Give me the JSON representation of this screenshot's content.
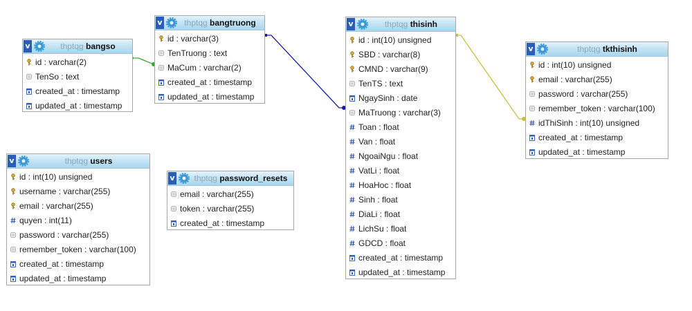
{
  "colors": {
    "link_bangso": "#33aa33",
    "link_bangtruong": "#1a1aaa",
    "link_thisinh": "#c8c040"
  },
  "tables": {
    "bangso": {
      "db": "thptqg",
      "name": "bangso",
      "fields": [
        {
          "text": "id : varchar(2)",
          "icon": "key-icon"
        },
        {
          "text": "TenSo : text",
          "icon": "text-field-icon"
        },
        {
          "text": "created_at : timestamp",
          "icon": "timestamp-icon"
        },
        {
          "text": "updated_at : timestamp",
          "icon": "timestamp-icon"
        }
      ]
    },
    "bangtruong": {
      "db": "thptqg",
      "name": "bangtruong",
      "fields": [
        {
          "text": "id : varchar(3)",
          "icon": "key-icon"
        },
        {
          "text": "TenTruong : text",
          "icon": "text-field-icon"
        },
        {
          "text": "MaCum : varchar(2)",
          "icon": "text-field-icon"
        },
        {
          "text": "created_at : timestamp",
          "icon": "timestamp-icon"
        },
        {
          "text": "updated_at : timestamp",
          "icon": "timestamp-icon"
        }
      ]
    },
    "thisinh": {
      "db": "thptqg",
      "name": "thisinh",
      "fields": [
        {
          "text": "id : int(10) unsigned",
          "icon": "key-icon"
        },
        {
          "text": "SBD : varchar(8)",
          "icon": "key-icon"
        },
        {
          "text": "CMND : varchar(9)",
          "icon": "key-icon"
        },
        {
          "text": "TenTS : text",
          "icon": "text-field-icon"
        },
        {
          "text": "NgaySinh : date",
          "icon": "timestamp-icon"
        },
        {
          "text": "MaTruong : varchar(3)",
          "icon": "text-field-icon"
        },
        {
          "text": "Toan : float",
          "icon": "number-icon"
        },
        {
          "text": "Van : float",
          "icon": "number-icon"
        },
        {
          "text": "NgoaiNgu : float",
          "icon": "number-icon"
        },
        {
          "text": "VatLi : float",
          "icon": "number-icon"
        },
        {
          "text": "HoaHoc : float",
          "icon": "number-icon"
        },
        {
          "text": "Sinh : float",
          "icon": "number-icon"
        },
        {
          "text": "DiaLi : float",
          "icon": "number-icon"
        },
        {
          "text": "LichSu : float",
          "icon": "number-icon"
        },
        {
          "text": "GDCD : float",
          "icon": "number-icon"
        },
        {
          "text": "created_at : timestamp",
          "icon": "timestamp-icon"
        },
        {
          "text": "updated_at : timestamp",
          "icon": "timestamp-icon"
        }
      ]
    },
    "tkthisinh": {
      "db": "thptqg",
      "name": "tkthisinh",
      "fields": [
        {
          "text": "id : int(10) unsigned",
          "icon": "key-icon"
        },
        {
          "text": "email : varchar(255)",
          "icon": "key-icon"
        },
        {
          "text": "password : varchar(255)",
          "icon": "text-field-icon"
        },
        {
          "text": "remember_token : varchar(100)",
          "icon": "text-field-icon"
        },
        {
          "text": "idThiSinh : int(10) unsigned",
          "icon": "number-icon"
        },
        {
          "text": "created_at : timestamp",
          "icon": "timestamp-icon"
        },
        {
          "text": "updated_at : timestamp",
          "icon": "timestamp-icon"
        }
      ]
    },
    "users": {
      "db": "thptqg",
      "name": "users",
      "fields": [
        {
          "text": "id : int(10) unsigned",
          "icon": "key-icon"
        },
        {
          "text": "username : varchar(255)",
          "icon": "key-icon"
        },
        {
          "text": "email : varchar(255)",
          "icon": "key-icon"
        },
        {
          "text": "quyen : int(11)",
          "icon": "number-icon"
        },
        {
          "text": "password : varchar(255)",
          "icon": "text-field-icon"
        },
        {
          "text": "remember_token : varchar(100)",
          "icon": "text-field-icon"
        },
        {
          "text": "created_at : timestamp",
          "icon": "timestamp-icon"
        },
        {
          "text": "updated_at : timestamp",
          "icon": "timestamp-icon"
        }
      ]
    },
    "password_resets": {
      "db": "thptqg",
      "name": "password_resets",
      "fields": [
        {
          "text": "email : varchar(255)",
          "icon": "text-field-icon"
        },
        {
          "text": "token : varchar(255)",
          "icon": "text-field-icon"
        },
        {
          "text": "created_at : timestamp",
          "icon": "timestamp-icon"
        }
      ]
    }
  }
}
